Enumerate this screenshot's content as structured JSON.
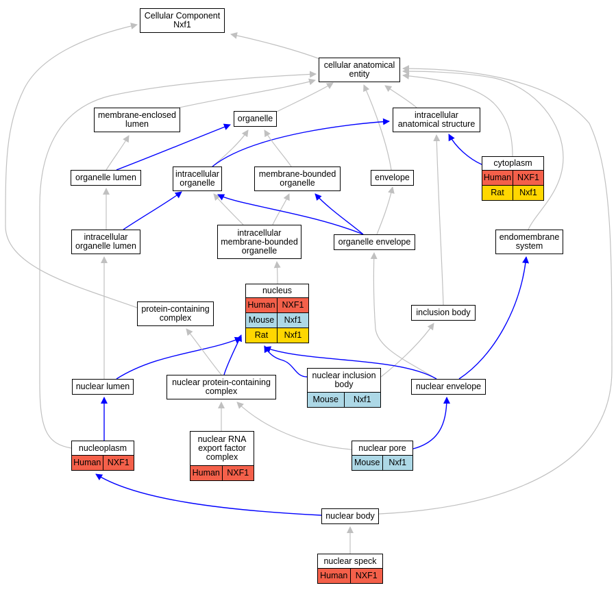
{
  "colors": {
    "Human": "#f4604a",
    "Mouse": "#add8e6",
    "Rat": "#ffd700",
    "edge_is_a": "#c0c0c0",
    "edge_part_of": "#0000ff"
  },
  "nodes": {
    "cc": {
      "label": "Cellular Component\nNxf1",
      "species": []
    },
    "cae": {
      "label": "cellular anatomical\nentity",
      "species": []
    },
    "mel": {
      "label": "membrane-enclosed\nlumen",
      "species": []
    },
    "org": {
      "label": "organelle",
      "species": []
    },
    "ias": {
      "label": "intracellular\nanatomical structure",
      "species": []
    },
    "orglum": {
      "label": "organelle lumen",
      "species": []
    },
    "intorg": {
      "label": "intracellular\norganelle",
      "species": []
    },
    "mbo": {
      "label": "membrane-bounded\norganelle",
      "species": []
    },
    "env": {
      "label": "envelope",
      "species": []
    },
    "cyto": {
      "label": "cytoplasm",
      "species": [
        {
          "org": "Human",
          "gene": "NXF1"
        },
        {
          "org": "Rat",
          "gene": "Nxf1"
        }
      ]
    },
    "iol": {
      "label": "intracellular\norganelle lumen",
      "species": []
    },
    "imbo": {
      "label": "intracellular\nmembrane-bounded\norganelle",
      "species": []
    },
    "orgenv": {
      "label": "organelle envelope",
      "species": []
    },
    "endo": {
      "label": "endomembrane\nsystem",
      "species": []
    },
    "nucleus": {
      "label": "nucleus",
      "species": [
        {
          "org": "Human",
          "gene": "NXF1"
        },
        {
          "org": "Mouse",
          "gene": "Nxf1"
        },
        {
          "org": "Rat",
          "gene": "Nxf1"
        }
      ]
    },
    "pcc": {
      "label": "protein-containing\ncomplex",
      "species": []
    },
    "incb": {
      "label": "inclusion body",
      "species": []
    },
    "nlumen": {
      "label": "nuclear lumen",
      "species": []
    },
    "npcc": {
      "label": "nuclear protein-containing\ncomplex",
      "species": []
    },
    "nincb": {
      "label": "nuclear inclusion\nbody",
      "species": [
        {
          "org": "Mouse",
          "gene": "Nxf1"
        }
      ]
    },
    "nenv": {
      "label": "nuclear envelope",
      "species": []
    },
    "nrna": {
      "label": "nuclear RNA\nexport factor\ncomplex",
      "species": [
        {
          "org": "Human",
          "gene": "NXF1"
        }
      ]
    },
    "nplasm": {
      "label": "nucleoplasm",
      "species": [
        {
          "org": "Human",
          "gene": "NXF1"
        }
      ]
    },
    "npore": {
      "label": "nuclear pore",
      "species": [
        {
          "org": "Mouse",
          "gene": "Nxf1"
        }
      ]
    },
    "nbody": {
      "label": "nuclear body",
      "species": []
    },
    "nspeck": {
      "label": "nuclear speck",
      "species": [
        {
          "org": "Human",
          "gene": "NXF1"
        }
      ]
    }
  },
  "edges": [
    {
      "from": "cae",
      "to": "cc",
      "type": "is_a"
    },
    {
      "from": "mel",
      "to": "cae",
      "type": "is_a"
    },
    {
      "from": "org",
      "to": "cae",
      "type": "is_a"
    },
    {
      "from": "ias",
      "to": "cae",
      "type": "is_a"
    },
    {
      "from": "env",
      "to": "cae",
      "type": "is_a"
    },
    {
      "from": "cyto",
      "to": "cae",
      "type": "is_a"
    },
    {
      "from": "endo",
      "to": "cae",
      "type": "is_a"
    },
    {
      "from": "nbody",
      "to": "cae",
      "type": "is_a"
    },
    {
      "from": "nplasm",
      "to": "cae",
      "type": "is_a"
    },
    {
      "from": "pcc",
      "to": "cc",
      "type": "is_a"
    },
    {
      "from": "orglum",
      "to": "mel",
      "type": "is_a"
    },
    {
      "from": "orglum",
      "to": "org",
      "type": "part_of"
    },
    {
      "from": "intorg",
      "to": "org",
      "type": "is_a"
    },
    {
      "from": "intorg",
      "to": "ias",
      "type": "part_of"
    },
    {
      "from": "mbo",
      "to": "org",
      "type": "is_a"
    },
    {
      "from": "cyto",
      "to": "ias",
      "type": "part_of"
    },
    {
      "from": "iol",
      "to": "orglum",
      "type": "is_a"
    },
    {
      "from": "iol",
      "to": "intorg",
      "type": "part_of"
    },
    {
      "from": "imbo",
      "to": "intorg",
      "type": "is_a"
    },
    {
      "from": "imbo",
      "to": "mbo",
      "type": "is_a"
    },
    {
      "from": "orgenv",
      "to": "env",
      "type": "is_a"
    },
    {
      "from": "orgenv",
      "to": "intorg",
      "type": "part_of"
    },
    {
      "from": "orgenv",
      "to": "mbo",
      "type": "part_of"
    },
    {
      "from": "incb",
      "to": "ias",
      "type": "is_a"
    },
    {
      "from": "nucleus",
      "to": "imbo",
      "type": "is_a"
    },
    {
      "from": "nlumen",
      "to": "iol",
      "type": "is_a"
    },
    {
      "from": "nlumen",
      "to": "nucleus",
      "type": "part_of"
    },
    {
      "from": "npcc",
      "to": "pcc",
      "type": "is_a"
    },
    {
      "from": "npcc",
      "to": "nucleus",
      "type": "part_of"
    },
    {
      "from": "nincb",
      "to": "incb",
      "type": "is_a"
    },
    {
      "from": "nincb",
      "to": "nucleus",
      "type": "part_of"
    },
    {
      "from": "nenv",
      "to": "orgenv",
      "type": "is_a"
    },
    {
      "from": "nenv",
      "to": "nucleus",
      "type": "part_of"
    },
    {
      "from": "nenv",
      "to": "endo",
      "type": "part_of"
    },
    {
      "from": "nrna",
      "to": "npcc",
      "type": "is_a"
    },
    {
      "from": "nplasm",
      "to": "nlumen",
      "type": "part_of"
    },
    {
      "from": "npore",
      "to": "npcc",
      "type": "is_a"
    },
    {
      "from": "npore",
      "to": "nenv",
      "type": "part_of"
    },
    {
      "from": "nbody",
      "to": "nplasm",
      "type": "part_of"
    },
    {
      "from": "nspeck",
      "to": "nbody",
      "type": "is_a"
    }
  ]
}
